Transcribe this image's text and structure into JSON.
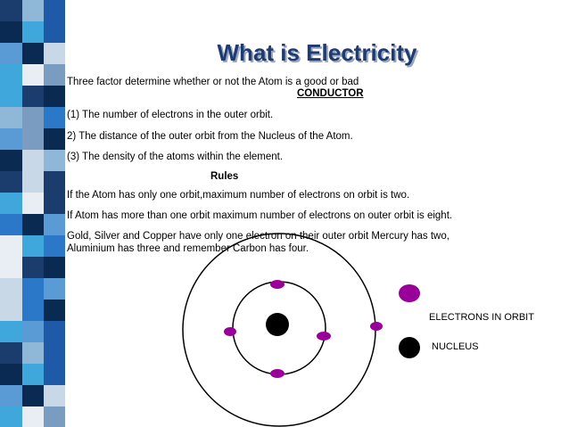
{
  "title": "What is Electricity",
  "intro": {
    "line1": "Three factor determine whether or not the Atom is a good or bad",
    "line2": "CONDUCTOR"
  },
  "factors": [
    "(1)   The number of electrons in the outer orbit.",
    " 2)    The distance of the outer orbit from the Nucleus of the Atom.",
    " (3)   The density of the atoms within the element."
  ],
  "rules_heading": "Rules",
  "rules": [
    "If the Atom has only one orbit,maximum number of electrons on orbit  is two.",
    "If Atom has more than one orbit maximum number of electrons on outer orbit is eight.",
    "Gold, Silver and Copper have only  one electron on their outer orbit Mercury has two,",
    "Aluminium has three and remember Carbon has four."
  ],
  "legend": {
    "electrons_label": "ELECTRONS IN ORBIT",
    "nucleus_label": "NUCLEUS"
  },
  "colors": {
    "electron": "#990099",
    "nucleus": "#000000",
    "title": "#1f3b6f"
  }
}
